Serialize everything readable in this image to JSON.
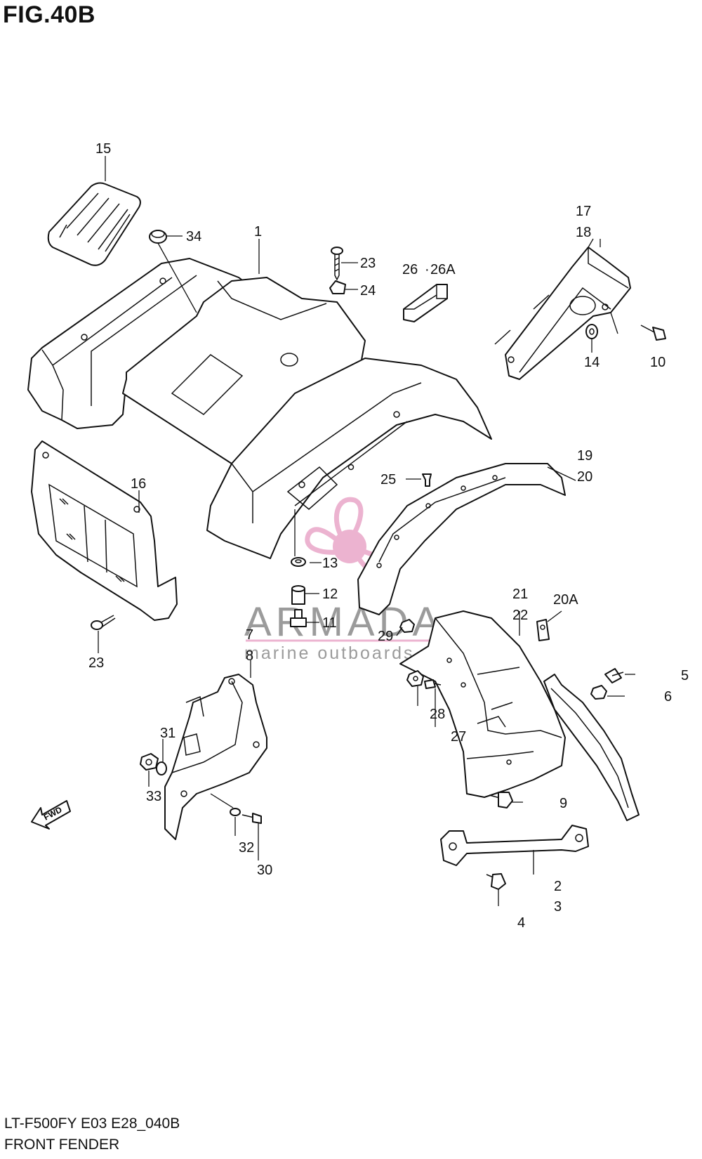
{
  "figure": {
    "title": "FIG.40B",
    "model_code": "LT-F500FY E03 E28_040B",
    "assembly_name": "FRONT FENDER"
  },
  "watermark": {
    "brand": "ARMADA",
    "tagline": "marine outboards",
    "color_brand": "#8a8a8a",
    "color_accent": "#e9a6c8"
  },
  "direction_marker": "FWD",
  "callouts": {
    "c1": "1",
    "c2": "2",
    "c3": "3",
    "c4": "4",
    "c5": "5",
    "c6": "6",
    "c7": "7",
    "c8": "8",
    "c9": "9",
    "c10": "10",
    "c11": "11",
    "c12": "12",
    "c13": "13",
    "c14": "14",
    "c15": "15",
    "c16": "16",
    "c17": "17",
    "c18": "18",
    "c19": "19",
    "c20": "20",
    "c20a": "20A",
    "c21": "21",
    "c22": "22",
    "c23a": "23",
    "c23b": "23",
    "c24": "24",
    "c25": "25",
    "c26": "26",
    "c26a": "26A",
    "c27": "27",
    "c28": "28",
    "c29": "29",
    "c30": "30",
    "c31": "31",
    "c32": "32",
    "c33": "33",
    "c34": "34"
  }
}
